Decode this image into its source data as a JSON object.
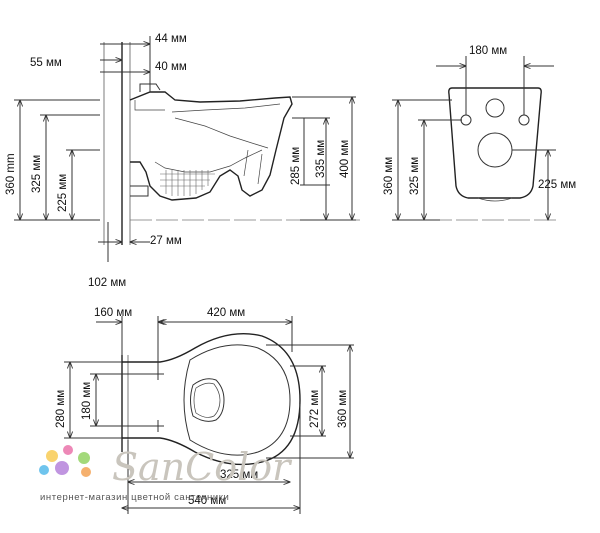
{
  "side_view": {
    "dims": {
      "d44": "44 мм",
      "d55": "55 мм",
      "d40": "40 мм",
      "d360": "360 mm",
      "d325": "325 мм",
      "d225": "225 мм",
      "d285": "285 мм",
      "d335": "335 мм",
      "d400": "400 мм",
      "d27": "27 мм",
      "d102": "102 мм"
    }
  },
  "rear_view": {
    "dims": {
      "d180": "180 мм",
      "d360": "360 мм",
      "d325": "325 мм",
      "d225": "225 мм"
    }
  },
  "top_view": {
    "dims": {
      "d160": "160 мм",
      "d420": "420 мм",
      "d280": "280 мм",
      "d180": "180 мм",
      "d272": "272 мм",
      "d360": "360 мм",
      "d325": "325 мм",
      "d540": "540 мм"
    }
  },
  "watermark": {
    "brand": "SanColor",
    "tagline": "интернет-магазин цветной сантехники",
    "dot_colors": [
      "#f7c84a",
      "#e86aa5",
      "#8ccf5a",
      "#4bb5e8",
      "#b07ad8",
      "#f39c4a"
    ]
  }
}
